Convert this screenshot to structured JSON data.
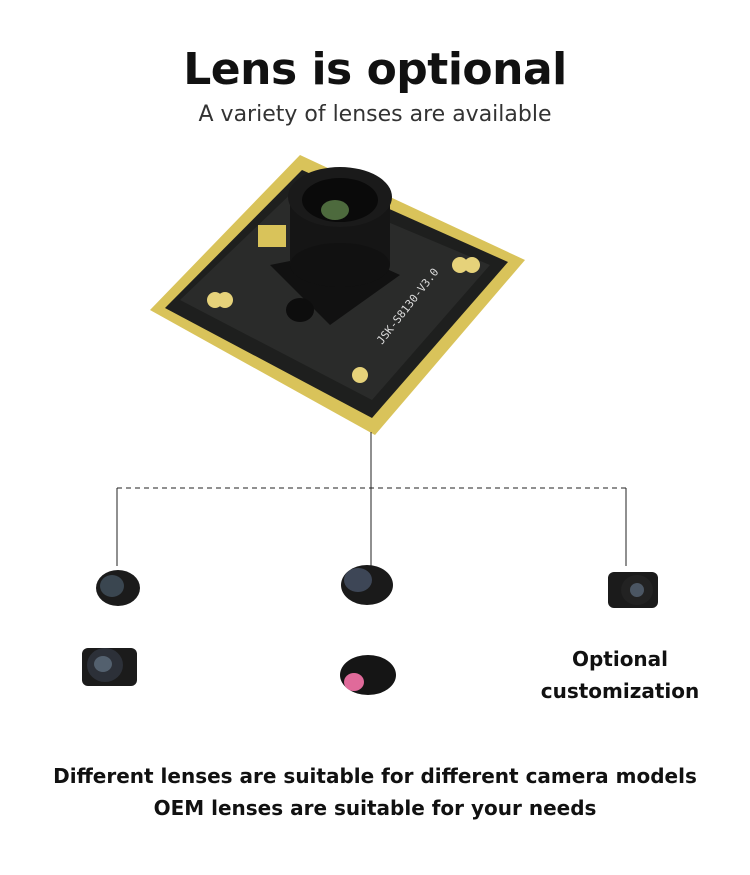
{
  "header": {
    "title": "Lens is optional",
    "subtitle": "A variety of lenses are available"
  },
  "product": {
    "board_marking": "JSK-S8130-V3.0",
    "board_color": "#1e1f1e",
    "gold_color": "#d9c35a"
  },
  "options": {
    "custom_line1": "Optional",
    "custom_line2": "customization"
  },
  "footer": {
    "line1": "Different lenses are suitable for different camera models",
    "line2": "OEM lenses are suitable for your needs"
  }
}
